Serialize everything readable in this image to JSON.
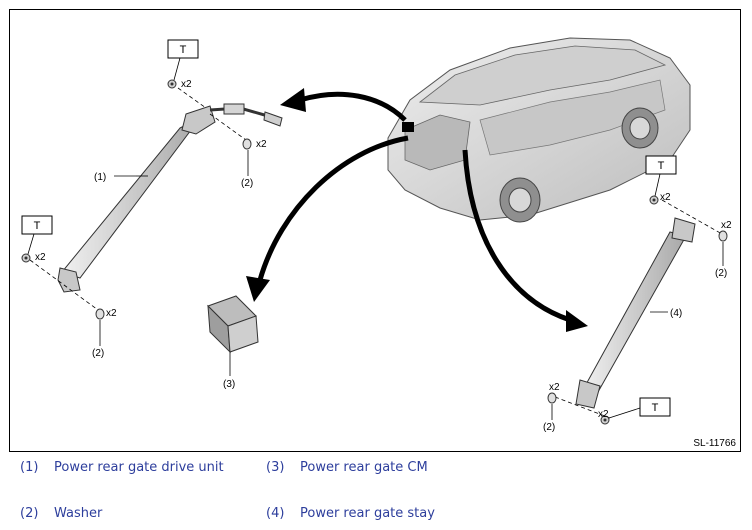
{
  "figure_id": "SL-11766",
  "torque_mark": "T",
  "quantity_mark": "x2",
  "part_numbers": {
    "p1": "(1)",
    "p2": "(2)",
    "p3": "(3)",
    "p4": "(4)"
  },
  "legend": [
    {
      "num": "(1)",
      "label": "Power rear gate drive unit"
    },
    {
      "num": "(3)",
      "label": "Power rear gate CM"
    },
    {
      "num": "(2)",
      "label": "Washer"
    },
    {
      "num": "(4)",
      "label": "Power rear gate stay"
    }
  ],
  "colors": {
    "legend_text": "#2d3e9c",
    "part_fill": "#d9d9d9",
    "outline": "#000000"
  }
}
